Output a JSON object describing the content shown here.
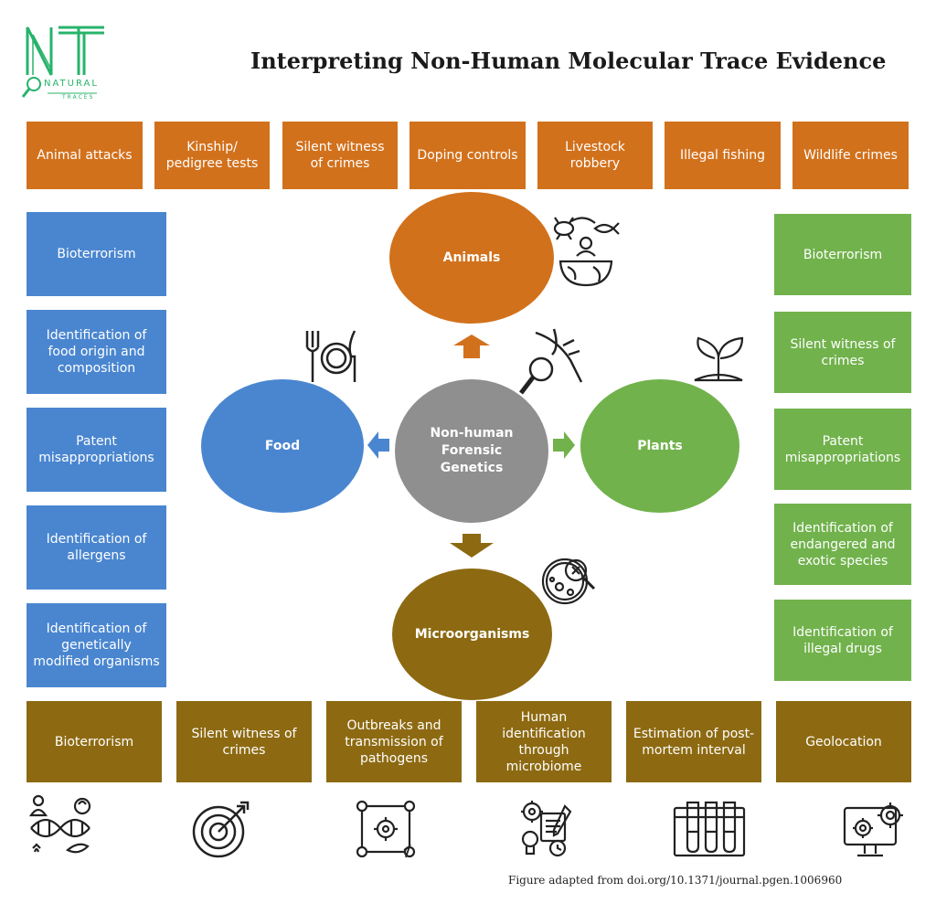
{
  "title": "Interpreting Non-Human Molecular Trace Evidence",
  "logo": {
    "letters": "NT",
    "line1": "NATURAL",
    "line2": "TRACES"
  },
  "center": "Non-human Forensic Genetics",
  "hubs": {
    "animals": "Animals",
    "food": "Food",
    "plants": "Plants",
    "microorganisms": "Microorganisms"
  },
  "top_boxes": [
    "Animal attacks",
    "Kinship/ pedigree tests",
    "Silent witness of crimes",
    "Doping controls",
    "Livestock robbery",
    "Illegal fishing",
    "Wildlife crimes"
  ],
  "left_boxes": [
    "Bioterrorism",
    "Identification of food origin and composition",
    "Patent misappropriations",
    "Identification of allergens",
    "Identification of genetically modified organisms"
  ],
  "right_boxes": [
    "Bioterrorism",
    "Silent witness of crimes",
    "Patent misappropriations",
    "Identification of endangered and exotic species",
    "Identification of illegal drugs"
  ],
  "bottom_boxes": [
    "Bioterrorism",
    "Silent witness of crimes",
    "Outbreaks and transmission of pathogens",
    "Human identification through microbiome",
    "Estimation of post-mortem interval",
    "Geolocation"
  ],
  "caption": "Figure adapted from doi.org/10.1371/journal.pgen.1006960",
  "colors": {
    "animals": "#d2711c",
    "food": "#4a86d0",
    "plants": "#71b24c",
    "microorganisms": "#8d6a12",
    "center": "#8f8f8f"
  },
  "icons": [
    "fork-plate-icon",
    "dna-magnifier-icon",
    "animal-globe-icon",
    "sprout-icon",
    "petri-dish-icon",
    "dna-organisms-icon",
    "target-icon",
    "process-flow-icon",
    "analysis-gears-icon",
    "test-tubes-icon",
    "computer-gears-icon"
  ]
}
